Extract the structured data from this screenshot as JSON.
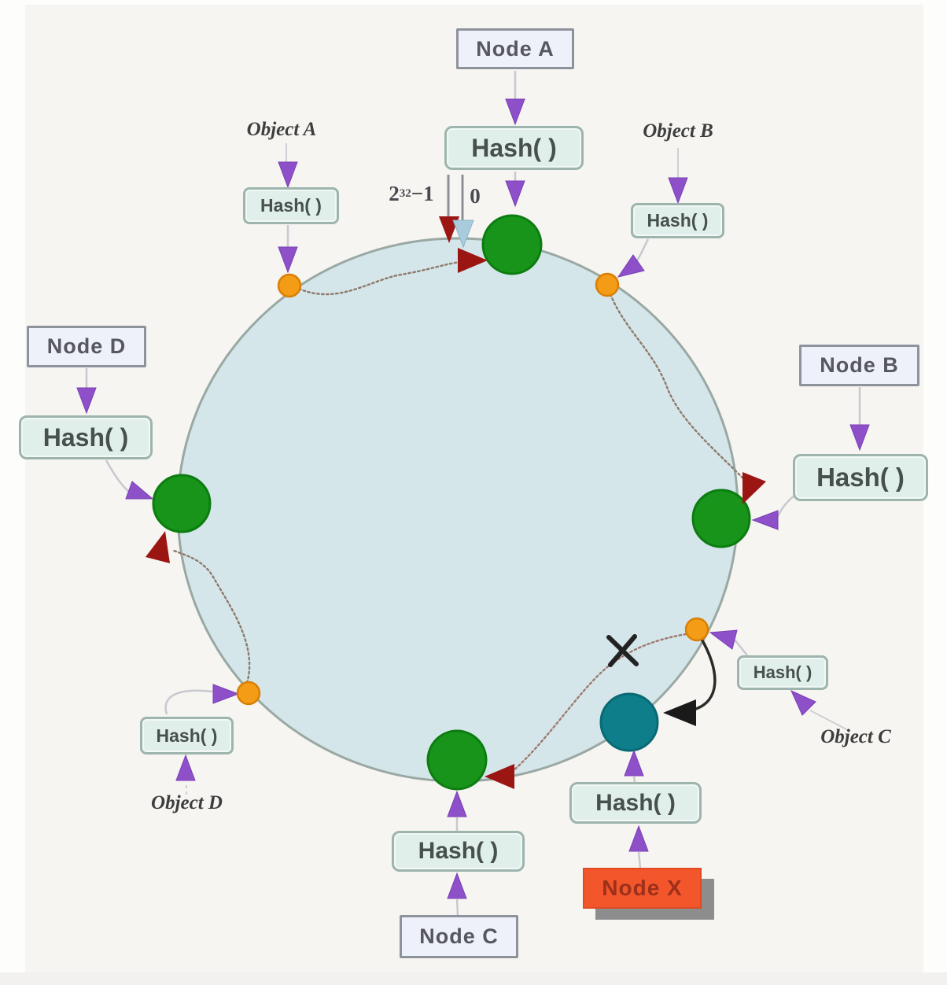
{
  "hash_label": "Hash( )",
  "nodes": {
    "a": {
      "label": "Node A"
    },
    "b": {
      "label": "Node B"
    },
    "c": {
      "label": "Node C"
    },
    "d": {
      "label": "Node D"
    },
    "x": {
      "label": "Node X"
    }
  },
  "objects": {
    "a": {
      "label": "Object A"
    },
    "b": {
      "label": "Object B"
    },
    "c": {
      "label": "Object C"
    },
    "d": {
      "label": "Object D"
    }
  },
  "wrap_marker": {
    "base": "2",
    "exponent": "32",
    "suffix": "−1",
    "zero": "0"
  },
  "colors": {
    "ring_fill": "#d5e6ea",
    "ring_stroke": "#9aa8a3",
    "node_green": "#18941b",
    "node_teal": "#0d7e8a",
    "object_dot_orange": "#f49c15",
    "node_x_box": "#f4562b",
    "node_label_box": "#eef0fa",
    "hash_box": "#e1efeb",
    "purple_arrow": "#8d50c9",
    "red_arrow": "#9b1513",
    "blue_arrow": "#a9ccdd",
    "black_arrow": "#1a1a1a"
  }
}
